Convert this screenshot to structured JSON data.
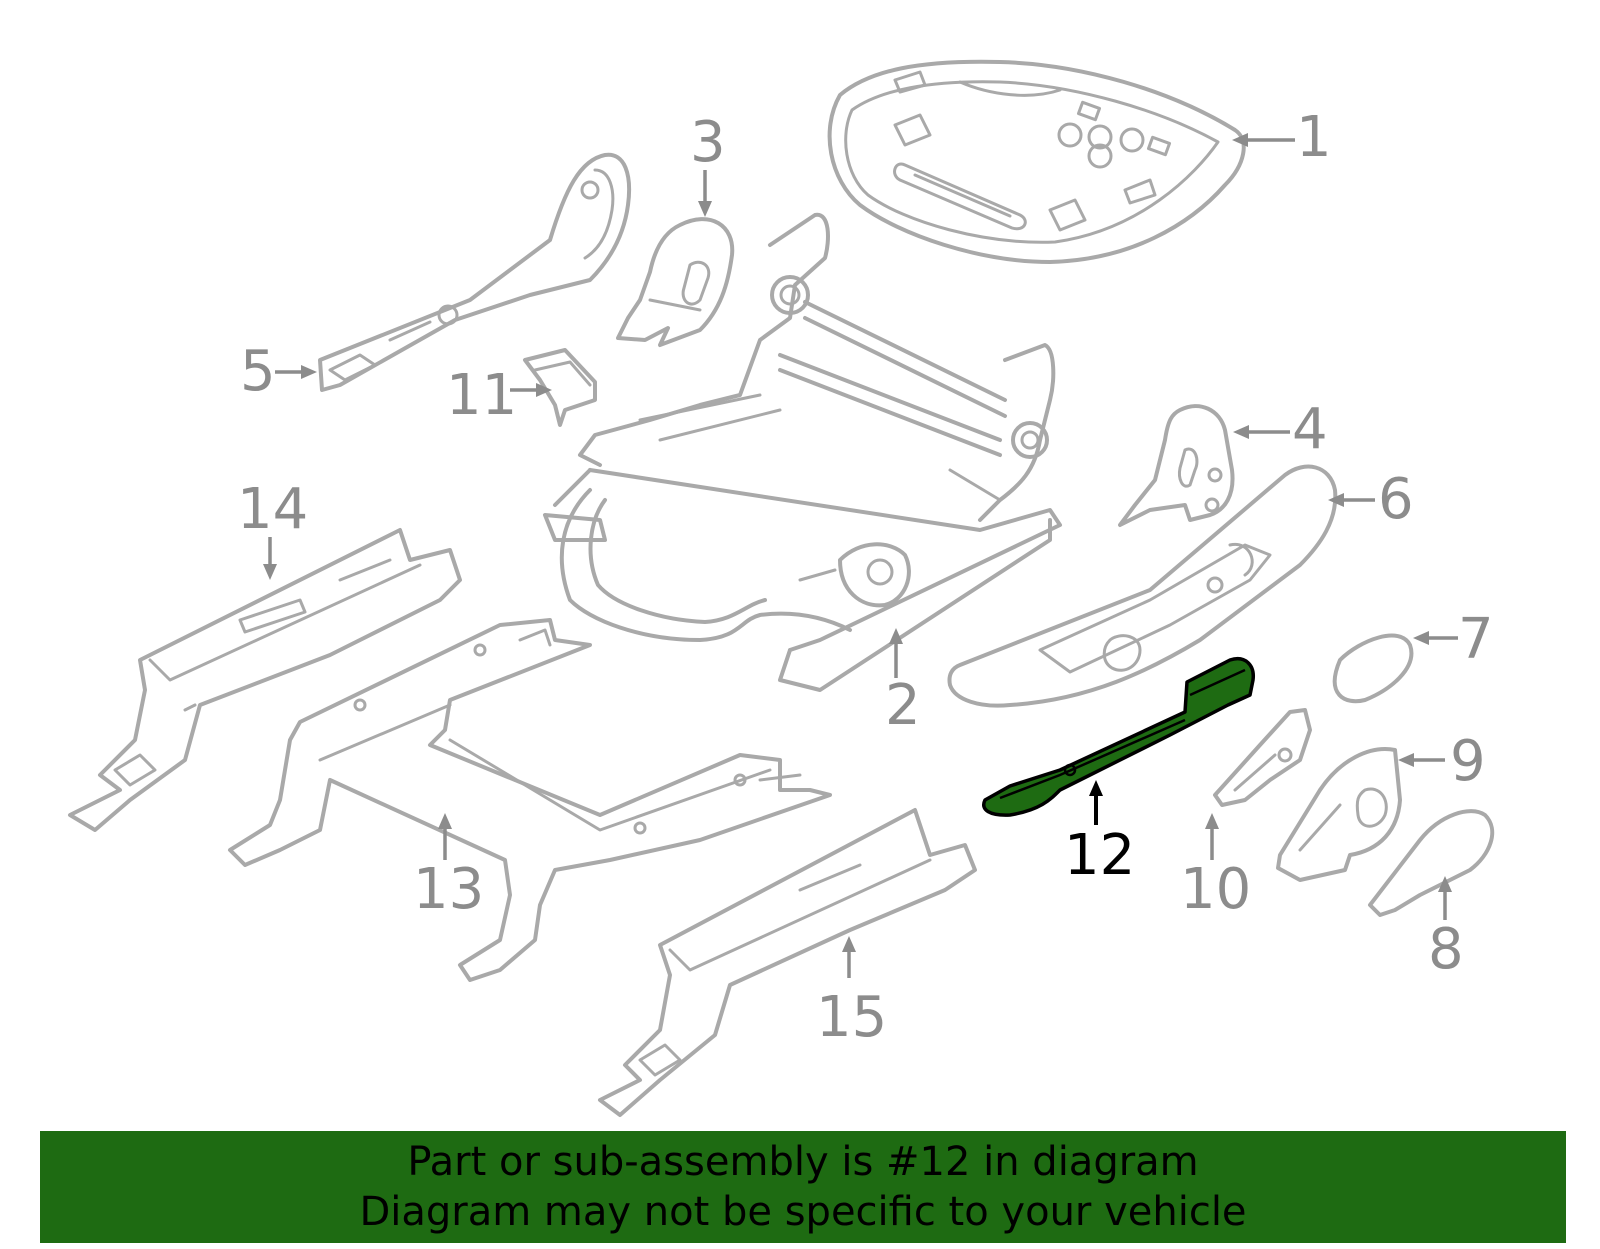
{
  "highlight_color": "#1e6b12",
  "highlighted_part": "12",
  "callouts": [
    {
      "id": "c1",
      "text": "1"
    },
    {
      "id": "c2",
      "text": "2"
    },
    {
      "id": "c3",
      "text": "3"
    },
    {
      "id": "c4",
      "text": "4"
    },
    {
      "id": "c5",
      "text": "5"
    },
    {
      "id": "c6",
      "text": "6"
    },
    {
      "id": "c7",
      "text": "7"
    },
    {
      "id": "c8",
      "text": "8"
    },
    {
      "id": "c9",
      "text": "9"
    },
    {
      "id": "c10",
      "text": "10"
    },
    {
      "id": "c11",
      "text": "11"
    },
    {
      "id": "c12",
      "text": "12"
    },
    {
      "id": "c13",
      "text": "13"
    },
    {
      "id": "c14",
      "text": "14"
    },
    {
      "id": "c15",
      "text": "15"
    }
  ],
  "banner": {
    "line1": "Part or sub-assembly is #12 in diagram",
    "line2": "Diagram may not be specific to your vehicle"
  }
}
